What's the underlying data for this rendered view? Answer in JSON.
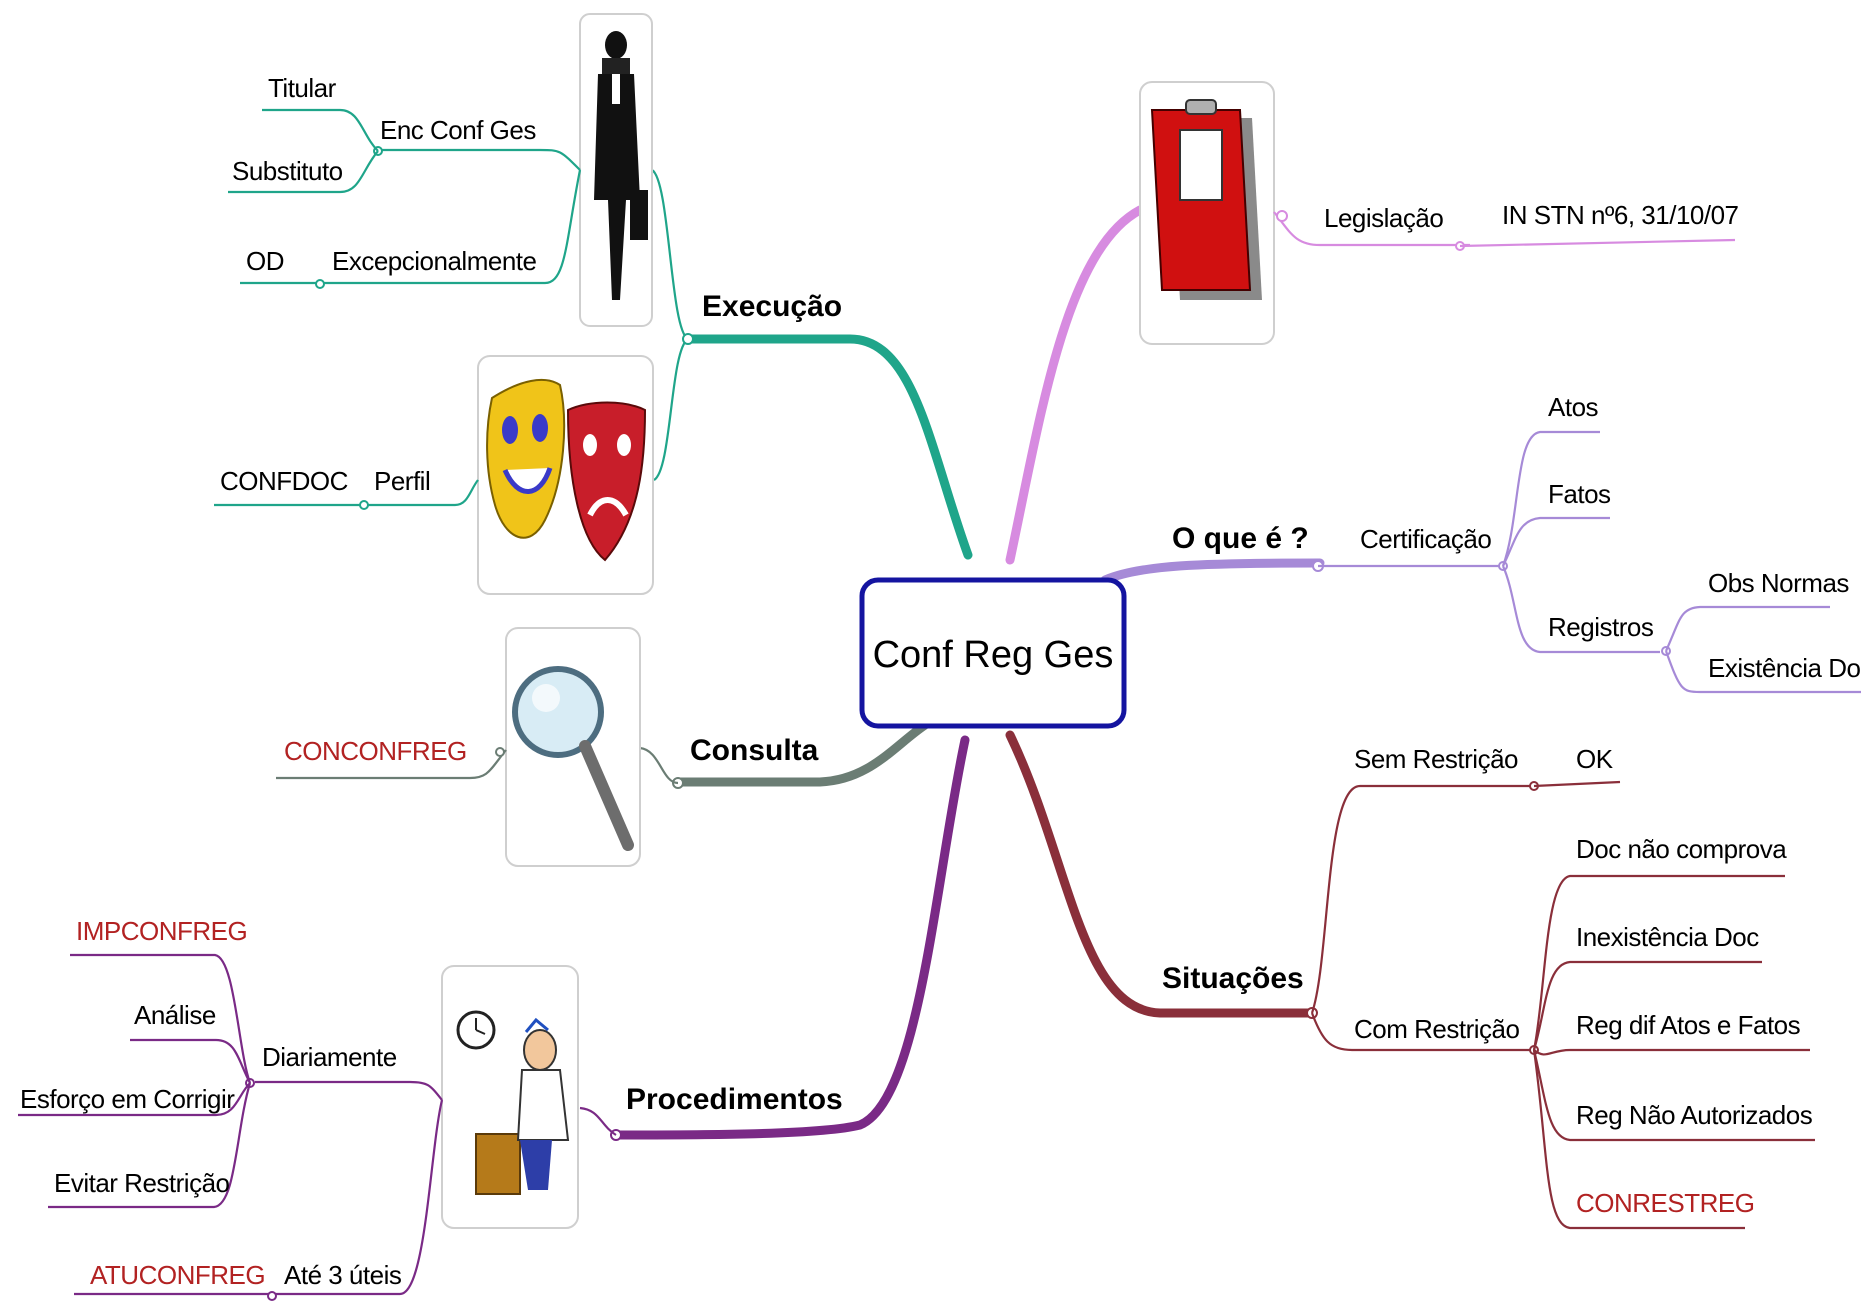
{
  "center": {
    "label": "Conf Reg Ges"
  },
  "colors": {
    "execucao": "#1fa58a",
    "legislacao": "#d78be0",
    "oque": "#a68ad7",
    "consulta": "#6b7d74",
    "procedimentos": "#7a2a86",
    "situacoes": "#8a2f3a",
    "center_border": "#1414a0",
    "red_text": "#b22222"
  },
  "branches": {
    "execucao": {
      "label": "Execução",
      "enc_conf_ges": "Enc Conf Ges",
      "titular": "Titular",
      "substituto": "Substituto",
      "excepcionalmente": "Excepcionalmente",
      "od": "OD",
      "perfil": "Perfil",
      "confdoc": "CONFDOC",
      "icons": [
        "businessman-icon",
        "theater-masks-icon"
      ]
    },
    "legislacao": {
      "label": "Legislação",
      "norma": "IN STN nº6, 31/10/07",
      "icon": "clipboard-icon"
    },
    "oque": {
      "label": "O que é ?",
      "certificacao": "Certificação",
      "atos": "Atos",
      "fatos": "Fatos",
      "registros": "Registros",
      "obs_normas": "Obs Normas",
      "existencia_doc": "Existência  Doc"
    },
    "consulta": {
      "label": "Consulta",
      "conconfreg": "CONCONFREG",
      "icon": "magnifier-icon"
    },
    "procedimentos": {
      "label": "Procedimentos",
      "diariamente": "Diariamente",
      "impconfreg": "IMPCONFREG",
      "analise": "Análise",
      "esforco": "Esforço em Corrigir",
      "evitar": "Evitar Restrição",
      "ate3": "Até 3 úteis",
      "atuconfreg": "ATUCONFREG",
      "icon": "office-worker-icon"
    },
    "situacoes": {
      "label": "Situações",
      "sem_restricao": "Sem Restrição",
      "ok": "OK",
      "com_restricao": "Com Restrição",
      "doc_nao_comprova": "Doc não comprova",
      "inexistencia_doc": "Inexistência Doc",
      "reg_dif": "Reg dif Atos e Fatos",
      "reg_nao_aut": "Reg Não Autorizados",
      "conrestreg": "CONRESTREG"
    }
  }
}
